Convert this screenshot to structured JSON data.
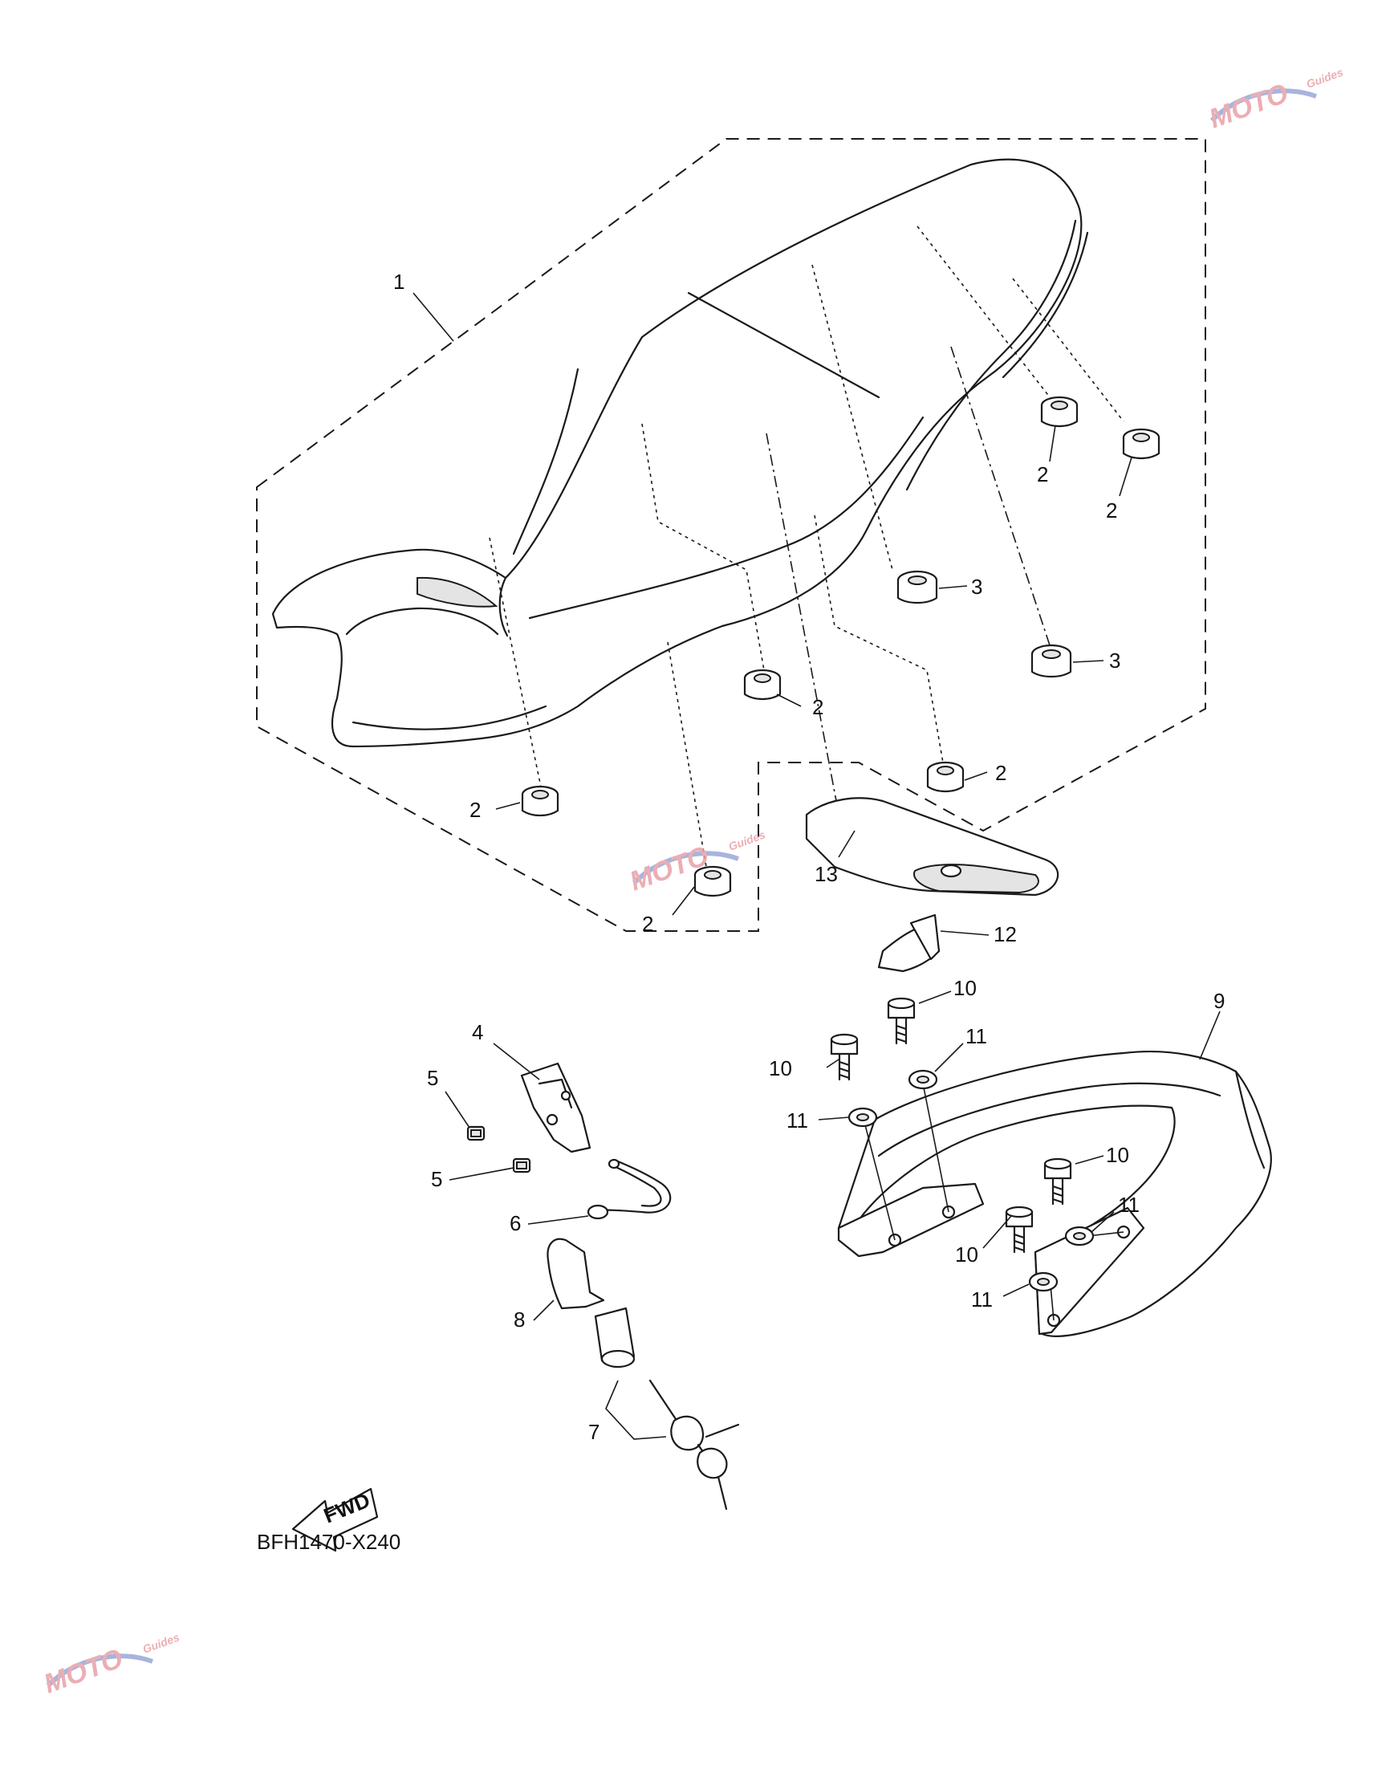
{
  "diagram": {
    "drawing_code": "BFH1470-X240",
    "fwd_label": "FWD",
    "callouts": [
      {
        "id": "c1",
        "text": "1"
      },
      {
        "id": "c2a",
        "text": "2"
      },
      {
        "id": "c2b",
        "text": "2"
      },
      {
        "id": "c2c",
        "text": "2"
      },
      {
        "id": "c2d",
        "text": "2"
      },
      {
        "id": "c2e",
        "text": "2"
      },
      {
        "id": "c2f",
        "text": "2"
      },
      {
        "id": "c3a",
        "text": "3"
      },
      {
        "id": "c3b",
        "text": "3"
      },
      {
        "id": "c4",
        "text": "4"
      },
      {
        "id": "c5a",
        "text": "5"
      },
      {
        "id": "c5b",
        "text": "5"
      },
      {
        "id": "c6",
        "text": "6"
      },
      {
        "id": "c7",
        "text": "7"
      },
      {
        "id": "c8",
        "text": "8"
      },
      {
        "id": "c9",
        "text": "9"
      },
      {
        "id": "c10a",
        "text": "10"
      },
      {
        "id": "c10b",
        "text": "10"
      },
      {
        "id": "c10c",
        "text": "10"
      },
      {
        "id": "c10d",
        "text": "10"
      },
      {
        "id": "c11a",
        "text": "11"
      },
      {
        "id": "c11b",
        "text": "11"
      },
      {
        "id": "c11c",
        "text": "11"
      },
      {
        "id": "c11d",
        "text": "11"
      },
      {
        "id": "c12",
        "text": "12"
      },
      {
        "id": "c13",
        "text": "13"
      }
    ]
  },
  "watermark": {
    "text": "MOTO",
    "subtext": "Guides",
    "colors": {
      "pink": "#e8a0a8",
      "blue": "#9aa8d8"
    }
  }
}
